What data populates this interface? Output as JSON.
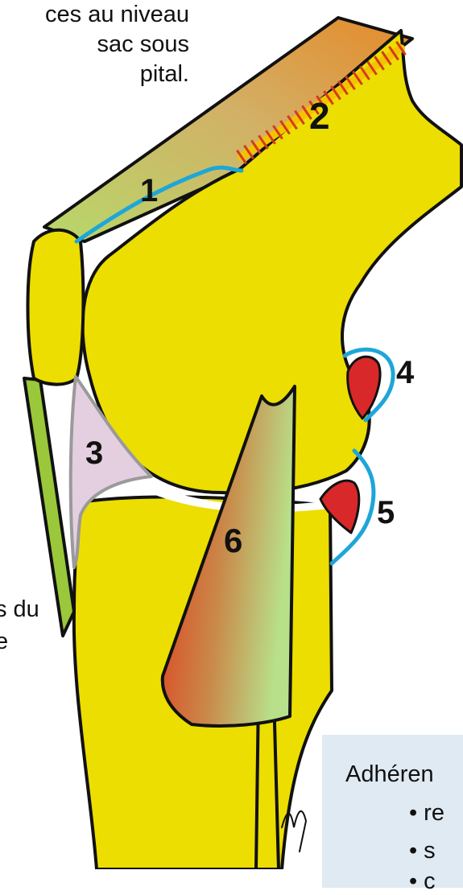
{
  "figure": {
    "top_text_lines": [
      "ces au niveau",
      "sac sous",
      "pital."
    ],
    "left_text_lines": [
      "s du",
      "e"
    ],
    "legend": {
      "title": "Adhéren",
      "items": [
        "re",
        "s",
        "c"
      ]
    },
    "numbered_labels": [
      "1",
      "2",
      "3",
      "4",
      "5",
      "6"
    ],
    "signature": "wb",
    "colors": {
      "bone": "#ecde00",
      "red_fat_pad": "#d8282a",
      "blue_line": "#1ea6d8",
      "green_tendon": "#9ac83a",
      "lilac_fat_pad": "#e3cfe0",
      "orange_muscle": "#e58a2a",
      "scar_red": "#d63a1e",
      "scar_yellow": "#f2c400",
      "legend_background": "#dfeaf3"
    }
  }
}
